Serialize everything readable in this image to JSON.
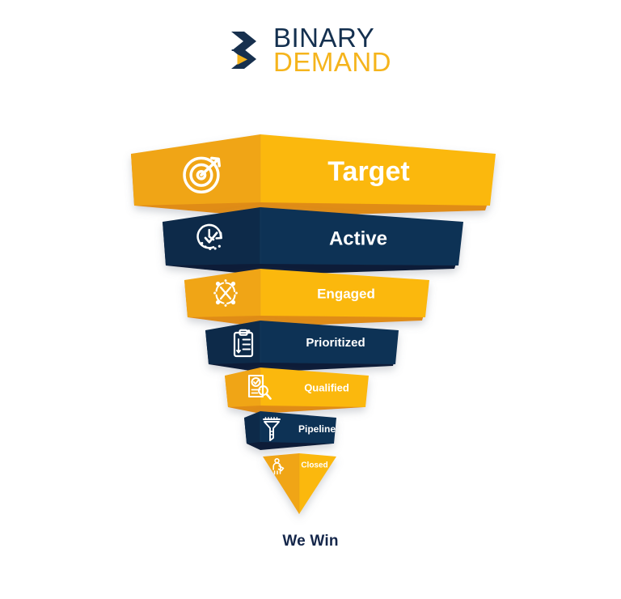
{
  "brand": {
    "logo_icon": "binary-demand-chevron-logo",
    "line1": "BINARY",
    "line2": "DEMAND",
    "line1_color": "#14304f",
    "line2_color": "#f5b41c"
  },
  "funnel": {
    "title": "",
    "caption": "We Win",
    "caption_color": "#14264a",
    "colors": {
      "yellow_right": "#fbb810",
      "yellow_left": "#f0a513",
      "yellow_rim": "#e8951a",
      "navy_right": "#0c3055",
      "navy_left": "#0b2a49",
      "navy_rim": "#081f38",
      "label_text": "#ffffff"
    },
    "stages": [
      {
        "label": "Target",
        "icon": "target-arrow-icon",
        "theme": "yellow",
        "font_size": 34
      },
      {
        "label": "Active",
        "icon": "clock-check-icon",
        "theme": "navy",
        "font_size": 24
      },
      {
        "label": "Engaged",
        "icon": "network-nodes-icon",
        "theme": "yellow",
        "font_size": 17
      },
      {
        "label": "Prioritized",
        "icon": "clipboard-list-icon",
        "theme": "navy",
        "font_size": 15
      },
      {
        "label": "Qualified",
        "icon": "document-check-magnifier-icon",
        "theme": "yellow",
        "font_size": 13
      },
      {
        "label": "Pipeline",
        "icon": "funnel-icon",
        "theme": "navy",
        "font_size": 12
      },
      {
        "label": "Closed",
        "icon": "handshake-icon",
        "theme": "yellow",
        "font_size": 10
      }
    ]
  }
}
